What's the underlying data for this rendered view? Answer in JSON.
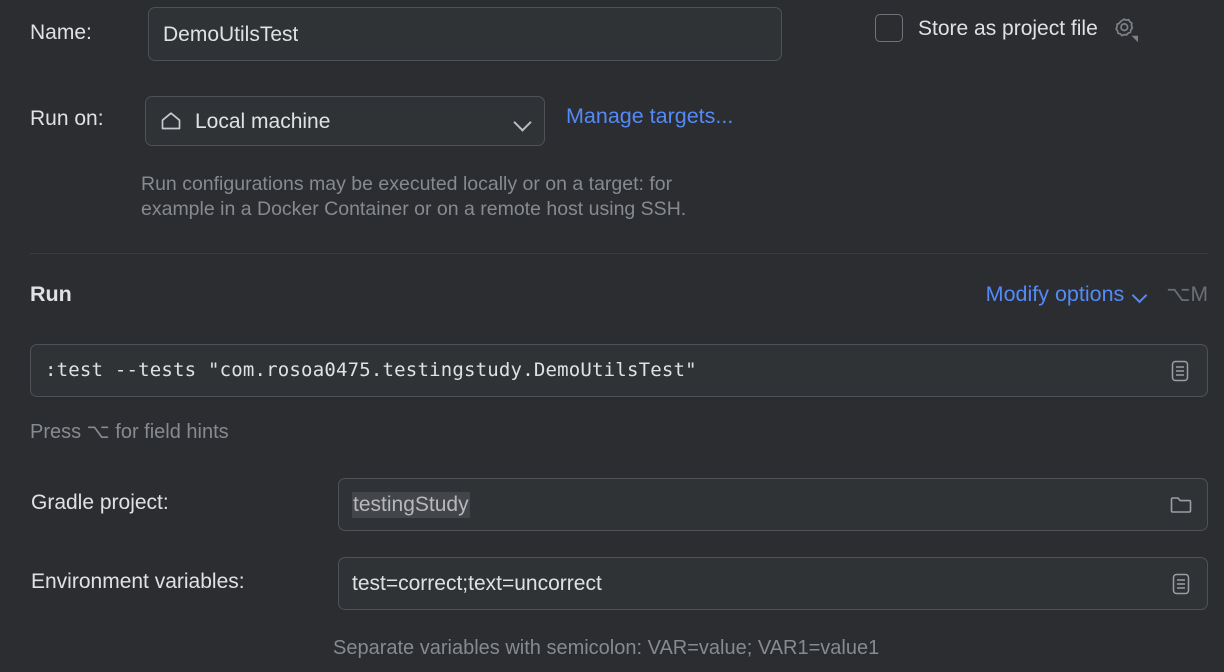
{
  "name_row": {
    "label": "Name:",
    "value": "DemoUtilsTest"
  },
  "store_as_project_file": {
    "label": "Store as project file",
    "checked": false,
    "gear_icon": "gear-icon"
  },
  "run_on": {
    "label": "Run on:",
    "selected": "Local machine",
    "target_icon": "home-icon",
    "chevron_icon": "chevron-down-icon",
    "manage_targets_link": "Manage targets...",
    "description": "Run configurations may be executed locally or on a target: for\nexample in a Docker Container or on a remote host using SSH."
  },
  "run_section": {
    "title": "Run",
    "modify_options_label": "Modify options",
    "modify_options_chevron": "chevron-down-icon",
    "modify_options_shortcut": "⌥M",
    "command_value": ":test --tests \"com.rosoa0475.testingstudy.DemoUtilsTest\"",
    "command_expand_icon": "expand-editor-icon",
    "field_hint": "Press ⌥ for field hints"
  },
  "gradle_project": {
    "label": "Gradle project:",
    "value": "testingStudy",
    "browse_icon": "folder-icon"
  },
  "environment_variables": {
    "label": "Environment variables:",
    "value": "test=correct;text=uncorrect",
    "expand_icon": "expand-editor-icon",
    "hint": "Separate variables with semicolon: VAR=value; VAR1=value1"
  },
  "colors": {
    "background": "#2b2d30",
    "field_background": "#303336",
    "field_border": "#4e5157",
    "text": "#dfe1e5",
    "dim_text": "#868a91",
    "link": "#548af7",
    "selection": "#43454a",
    "separator": "#393b40"
  }
}
